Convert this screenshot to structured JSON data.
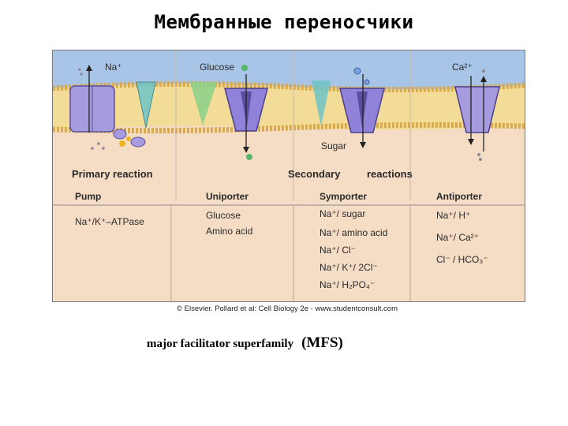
{
  "title": "Мембранные переносчики",
  "figure": {
    "labels": {
      "na_plus": "Na⁺",
      "glucose": "Glucose",
      "sugar": "Sugar",
      "ca2": "Ca²⁺"
    },
    "reactions": {
      "primary": "Primary reaction",
      "secondary": "Secondary",
      "secondary_word2": "reactions"
    },
    "columns": [
      {
        "header": "Pump",
        "examples": [
          "Na⁺/K⁺–ATPase"
        ]
      },
      {
        "header": "Uniporter",
        "examples": [
          "Glucose",
          "Amino acid"
        ]
      },
      {
        "header": "Symporter",
        "examples": [
          "Na⁺/ sugar",
          "Na⁺/ amino acid",
          "Na⁺/ Cl⁻",
          "Na⁺/ K⁺/ 2Cl⁻",
          "Na⁺/ H₂PO₄⁻"
        ]
      },
      {
        "header": "Antiporter",
        "examples": [
          "Na⁺/ H⁺",
          "Na⁺/ Ca²⁺",
          "Cl⁻ / HCO₃⁻"
        ]
      }
    ],
    "colors": {
      "membrane_band": "#a8c4e6",
      "lipid_heads": "#e6c76a",
      "lipid_core": "#f3dc98",
      "protein": "#a79be0",
      "background": "#f5dcc4"
    }
  },
  "credit": "© Elsevier. Pollard et al: Cell Biology 2e - www.studentconsult.com",
  "caption": {
    "text": "major facilitator superfamily",
    "abbr": "(MFS)"
  }
}
